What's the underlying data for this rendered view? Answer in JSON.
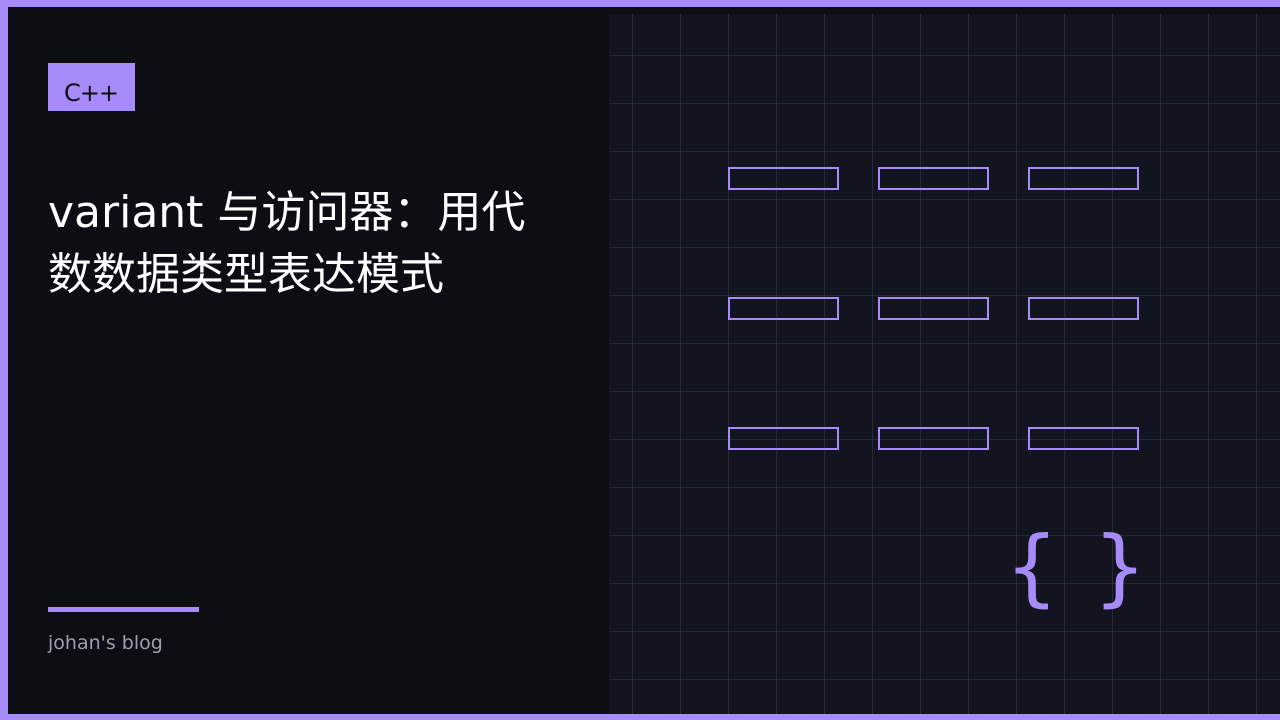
{
  "slide": {
    "tag": "C++",
    "title": "variant 与访问器：用代数数据类型表达模式",
    "author": "johan's blog",
    "decor": {
      "braces_glyph": "{ }",
      "grid_rows": 3,
      "grid_cols": 3
    },
    "colors": {
      "accent": "#a78bfa",
      "background": "#0c0e14",
      "panel": "#121520",
      "text": "#ffffff",
      "muted": "#9aa0ad"
    }
  }
}
